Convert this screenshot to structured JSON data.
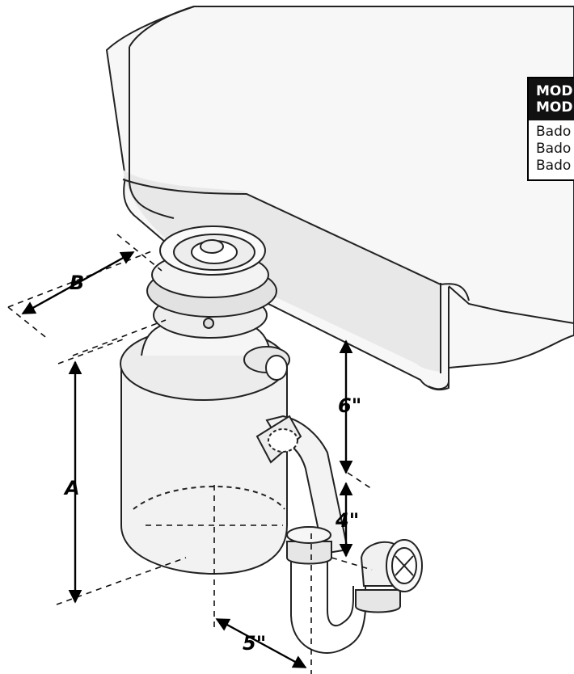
{
  "dimensions": {
    "a": "A",
    "b": "B",
    "six": "6\"",
    "four": "4\"",
    "five": "5\""
  },
  "model_table": {
    "header_line1": "MOD",
    "header_line2": "MOD",
    "rows": [
      "Bado",
      "Bado",
      "Bado"
    ]
  },
  "colors": {
    "line": "#222222",
    "sink_fill": "#f4f4f4",
    "unit_shade": "#e9e9e9"
  },
  "icons": [
    "sink-basin",
    "disposer-unit",
    "p-trap-pipe",
    "dimension-arrow"
  ]
}
